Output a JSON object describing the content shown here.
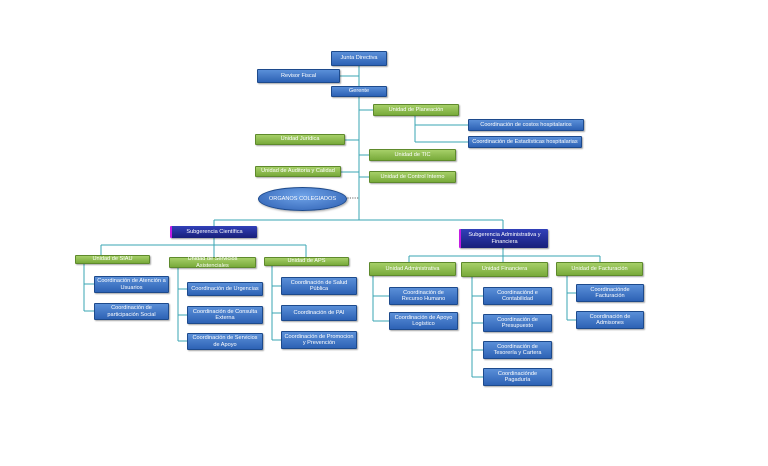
{
  "colors": {
    "blue_box": "#3a73c8",
    "green_box": "#8bbc4f",
    "purple_box": "#1f2a9a",
    "connector": "#3aa6b3",
    "dotted": "#333333"
  },
  "org": {
    "junta": "Junta Directiva",
    "revisor": "Revisor Fiscal",
    "gerente": "Gerente",
    "planeacion": "Unidad de Planeación",
    "costos": "Coordinación de costos hospitalarios",
    "estadisticas": "Coordinación de Estadísticas hospitalarias",
    "juridica": "Unidad Jurídica",
    "tic": "Unidad de TIC",
    "auditoria": "Unidad de Auditoria y Calidad",
    "control": "Unidad de Control Interno",
    "organos": "ORGANOS COLEGIADOS",
    "sub_cientifica": "Subgerencia Científica",
    "sub_administrativa": "Subgerencia Administrativa y Financiera",
    "siau": "Unidad de SIAU",
    "atencion": "Coordinación de Atención a Usuarios",
    "participacion": "Coordinación de participación Social",
    "asistenciales": "Unidad de Servicios Asistenciales",
    "urgencias": "Coordinación de Urgencias",
    "consulta": "Coordinación de Consulta Externa",
    "apoyo_serv": "Coordinación de Servicios de Apoyo",
    "aps": "Unidad de APS",
    "salud_publica": "Coordinación de Salud Pública",
    "pai": "Coordinación de PAI",
    "promocion": "Coordinación de Promocion y Prevención",
    "administrativa": "Unidad Administrativa",
    "recurso": "Coordinación de Recurso Humano",
    "logistico": "Coordinación de Apoyo Logístico",
    "financiera": "Unidad Financiera",
    "contabilidad": "Coordinaciónd e Contabilidad",
    "presupuesto": "Coordinación de Presupuesto",
    "tesoreria": "Coordinación de Tesorería y Cartera",
    "pagaduria": "Coordinaciónde Pagaduría",
    "facturacion_u": "Unidad de Facturación",
    "facturacion_c": "Coordinaciónde Facturación",
    "admisiones": "Coordinación de Admisones"
  }
}
